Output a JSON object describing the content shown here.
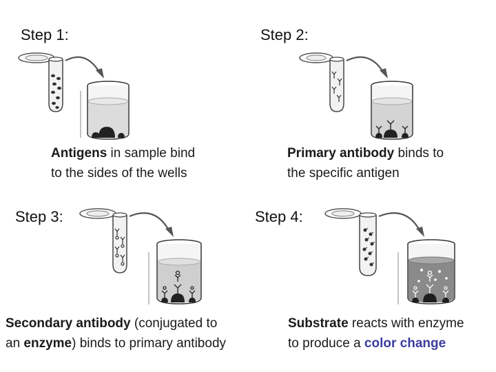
{
  "colors": {
    "accent": "#3c3ca0",
    "ink": "#111111"
  },
  "steps": [
    {
      "title": "Step 1:",
      "caption_line1": [
        "Antigens",
        " in sample bind"
      ],
      "caption_line2": "to the sides of the wells"
    },
    {
      "title": "Step 2:",
      "caption_line1": [
        "Primary antibody",
        " binds to"
      ],
      "caption_line2": "the specific antigen"
    },
    {
      "title": "Step 3:",
      "caption_line1": [
        "Secondary antibody",
        " (conjugated to"
      ],
      "caption_line2": [
        "an ",
        "enzyme",
        ") binds to primary antibody"
      ]
    },
    {
      "title": "Step 4:",
      "caption_line1": [
        "Substrate",
        " reacts with enzyme"
      ],
      "caption_line2": [
        "to produce a ",
        "color change"
      ]
    }
  ],
  "icons": {
    "tube": "test-tube-icon",
    "well": "well-beaker-icon",
    "arrow": "pour-arrow-icon"
  }
}
